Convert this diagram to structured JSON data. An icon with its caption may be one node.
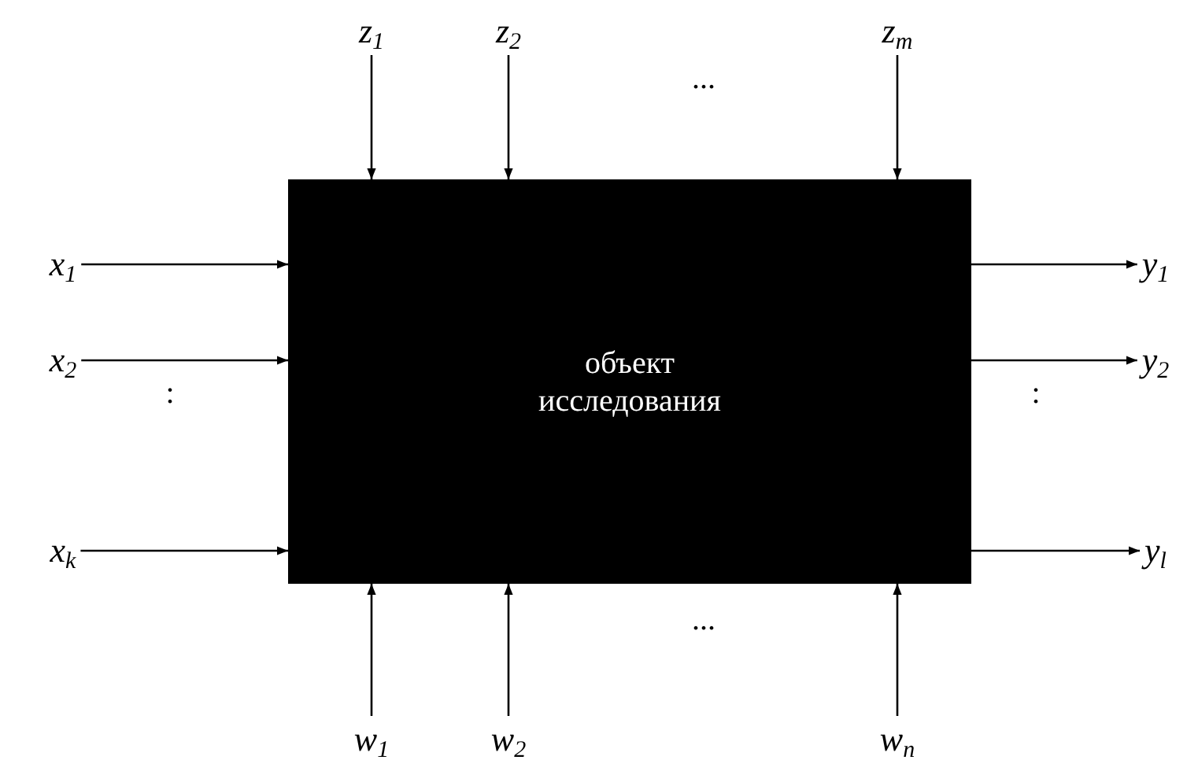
{
  "diagram": {
    "nodes": [
      {
        "text": [
          "z$_{1}$"
        ]
      },
      {
        "text": [
          "z$_{2}$"
        ]
      },
      {
        "text": [
          "z$_{m}$"
        ]
      },
      {
        "text": [
          "x$_{1}$"
        ]
      },
      {
        "text": [
          "x$_{2}$"
        ]
      },
      {
        "text": [
          "x$_{k}$"
        ]
      },
      {
        "text": [
          "объект исследования"
        ]
      },
      {
        "text": [
          "y$_{1}$"
        ]
      },
      {
        "text": [
          "y$_{2}$"
        ]
      },
      {
        "text": [
          "y$_{l}$"
        ]
      },
      {
        "text": [
          "w$_{1}$"
        ]
      },
      {
        "text": [
          "w$_{2}$"
        ]
      },
      {
        "text": [
          "w$_{n}$"
        ]
      }
    ],
    "edges": [
      {
        "from": 0,
        "to": 6,
        "arrow": "to"
      },
      {
        "from": 1,
        "to": 6,
        "arrow": "to"
      },
      {
        "from": 2,
        "to": 6,
        "arrow": "to"
      },
      {
        "from": 3,
        "to": 6,
        "arrow": "to"
      },
      {
        "from": 4,
        "to": 6,
        "arrow": "to"
      },
      {
        "from": 5,
        "to": 6,
        "arrow": "to"
      },
      {
        "from": 6,
        "to": 7,
        "arrow": "to"
      },
      {
        "from": 6,
        "to": 8,
        "arrow": "to"
      },
      {
        "from": 6,
        "to": 9,
        "arrow": "to"
      },
      {
        "from": 10,
        "to": 6,
        "arrow": "to"
      },
      {
        "from": 11,
        "to": 6,
        "arrow": "to"
      },
      {
        "from": 12,
        "to": 6,
        "arrow": "to"
      }
    ],
    "labels": [
      "...",
      ":",
      ":",
      "..."
    ]
  }
}
